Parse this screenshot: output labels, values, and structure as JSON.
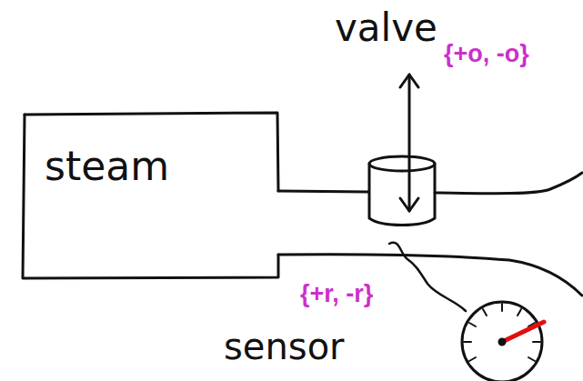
{
  "diagram": {
    "nodes": [
      {
        "text": [
          "steam"
        ]
      }
    ],
    "labels": [
      "valve",
      "{+o, -o}",
      "{+r, -r}",
      "sensor"
    ]
  }
}
